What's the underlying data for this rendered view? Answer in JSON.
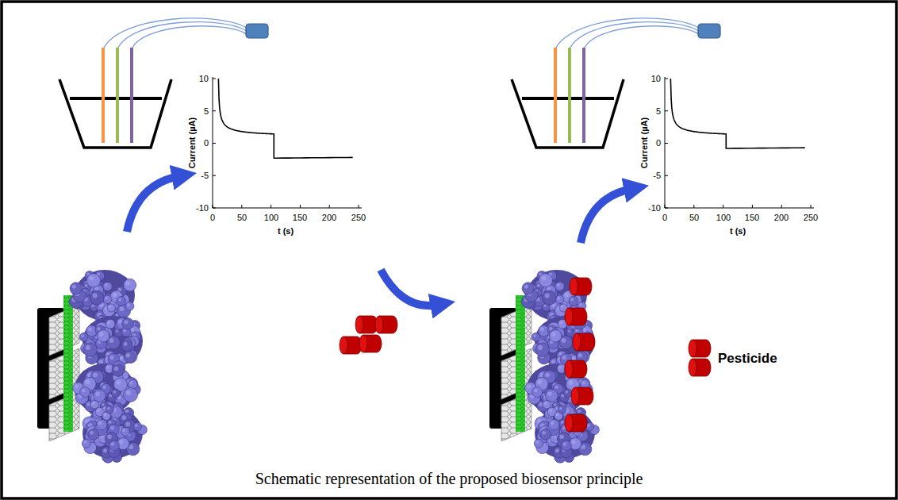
{
  "diagram": {
    "caption": "Schematic representation of the proposed biosensor principle",
    "labels": [
      "10",
      "5",
      "0",
      "-5",
      "-10",
      "0",
      "50",
      "100",
      "150",
      "200",
      "250",
      "Current (µA)",
      "t (s)",
      "10",
      "5",
      "0",
      "-5",
      "-10",
      "0",
      "50",
      "100",
      "150",
      "200",
      "250",
      "Current (µA)",
      "t (s)"
    ],
    "legend": [
      {
        "text": "Pesticide"
      }
    ]
  }
}
